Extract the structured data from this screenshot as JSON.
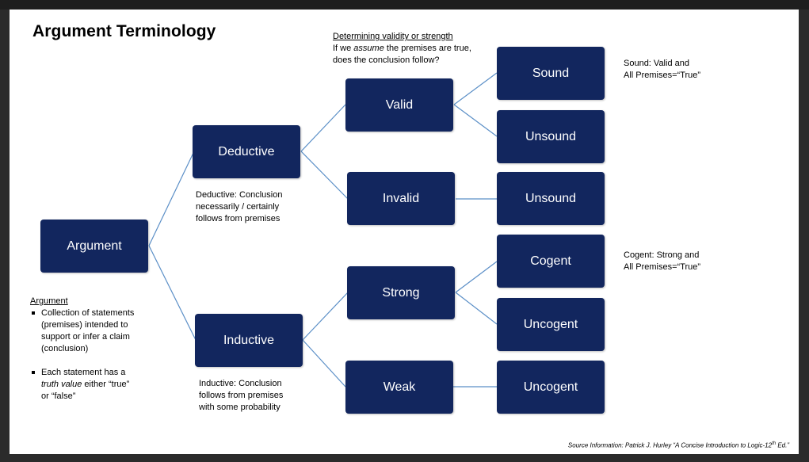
{
  "title": "Argument Terminology",
  "header_note": {
    "heading": "Determining validity or strength",
    "line1_pre": "If we ",
    "line1_em": "assume",
    "line1_post": " the premises are true,",
    "line2": "does the conclusion follow?"
  },
  "nodes": {
    "argument": "Argument",
    "deductive": "Deductive",
    "inductive": "Inductive",
    "valid": "Valid",
    "invalid": "Invalid",
    "strong": "Strong",
    "weak": "Weak",
    "sound": "Sound",
    "unsound_valid": "Unsound",
    "unsound_invalid": "Unsound",
    "cogent": "Cogent",
    "uncogent_strong": "Uncogent",
    "uncogent_weak": "Uncogent"
  },
  "notes": {
    "deductive": [
      "Deductive: Conclusion",
      "necessarily / certainly",
      "follows from premises"
    ],
    "inductive": [
      "Inductive: Conclusion",
      "follows from premises",
      "with some probability"
    ],
    "sound": [
      "Sound:  Valid and",
      "All Premises=“True”"
    ],
    "cogent": [
      "Cogent: Strong and",
      "All Premises=“True”"
    ]
  },
  "argument_definition": {
    "heading": "Argument",
    "bullet1": [
      "Collection of statements",
      "(premises) intended to",
      "support or infer a claim",
      "(conclusion)"
    ],
    "bullet2_line1": "Each statement has a",
    "bullet2_em": "truth value",
    "bullet2_line2_post": " either “true”",
    "bullet2_line3": "or “false”"
  },
  "source": {
    "label": "Source Information:  Patrick J. Hurley “A Concise Introduction to Logic-12",
    "sup": "th",
    "tail": " Ed.”"
  },
  "colors": {
    "box_fill": "#12265e",
    "connector": "#5b8fc7"
  }
}
